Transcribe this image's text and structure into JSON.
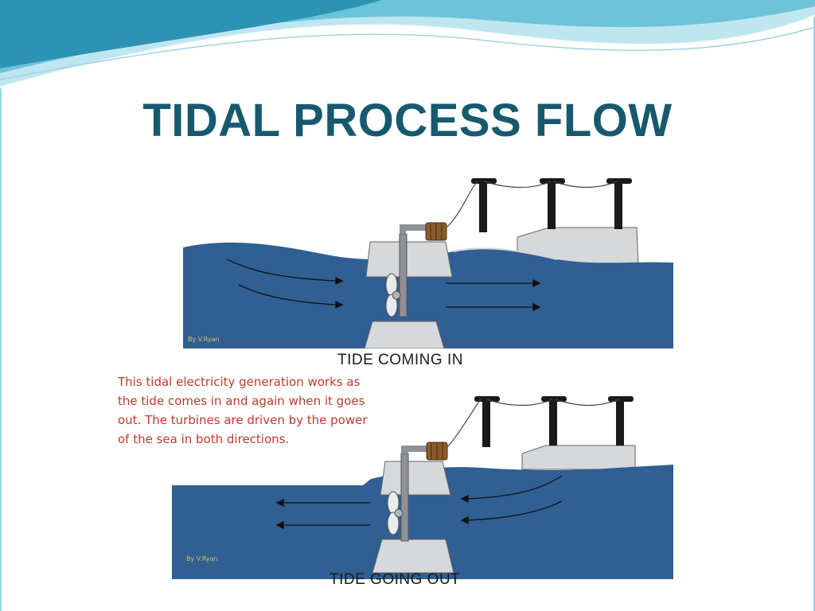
{
  "slide": {
    "title": "TIDAL PROCESS FLOW"
  },
  "diagram": {
    "top": {
      "caption": "TIDE COMING IN",
      "credit": "By V.Ryan"
    },
    "bottom": {
      "caption": "TIDE GOING OUT",
      "credit": "By V.Ryan"
    },
    "note_lines": [
      "This tidal electricity generation works as",
      "the tide comes in and again when it goes",
      "out. The turbines are driven by the power",
      "of the sea in both directions."
    ]
  },
  "colors": {
    "title": "#17596e",
    "water": "#2f5f93",
    "concrete": "#d6d8da",
    "pole": "#1a1a1a",
    "generator": "#8a5a2b",
    "note_text": "#c0392b",
    "header_wave_dark": "#3fa7c4",
    "header_wave_light": "#bfe6f0"
  }
}
